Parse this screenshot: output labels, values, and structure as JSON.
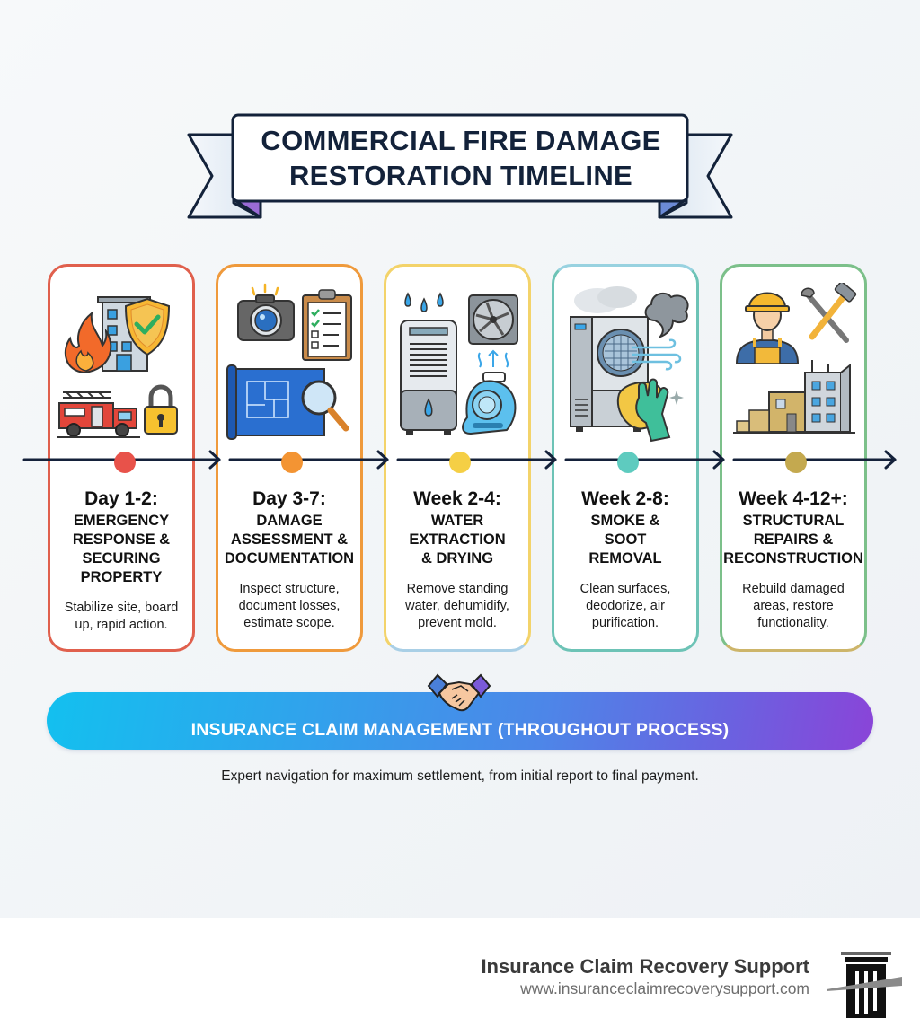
{
  "header": {
    "title_line1": "COMMERCIAL FIRE DAMAGE",
    "title_line2": "RESTORATION TIMELINE"
  },
  "colors": {
    "title_text": "#13223a",
    "timeline_line": "#14213a",
    "ribbon_fold_left": "#9a6bd6",
    "ribbon_fold_right": "#6b8ad6",
    "insurance_gradient_start": "#13c0ef",
    "insurance_gradient_end": "#8a44d8"
  },
  "phases": [
    {
      "period": "Day 1-2:",
      "title_lines": [
        "EMERGENCY",
        "RESPONSE &",
        "SECURING",
        "PROPERTY"
      ],
      "desc_lines": [
        "Stabilize site, board",
        "up, rapid action."
      ],
      "border_color": "#e0604d",
      "dot_color": "#e8524a",
      "icons": [
        "fire-icon",
        "building-icon",
        "shield-check-icon",
        "fire-truck-icon",
        "padlock-icon"
      ]
    },
    {
      "period": "Day 3-7:",
      "title_lines": [
        "DAMAGE",
        "ASSESSMENT &",
        "DOCUMENTATION"
      ],
      "desc_lines": [
        "Inspect structure,",
        "document losses,",
        "estimate scope."
      ],
      "border_color": "#ef9a3c",
      "dot_color": "#f39433",
      "icons": [
        "camera-icon",
        "clipboard-checklist-icon",
        "blueprint-icon",
        "magnifier-icon"
      ]
    },
    {
      "period": "Week 2-4:",
      "title_lines": [
        "WATER",
        "EXTRACTION",
        "& DRYING"
      ],
      "desc_lines": [
        "Remove standing",
        "water, dehumidify,",
        "prevent mold."
      ],
      "border_color": "#a9cfe6",
      "dot_color": "#f5cf45",
      "top_border_color": "#f3d36a",
      "icons": [
        "water-drops-icon",
        "dehumidifier-icon",
        "fan-icon",
        "air-mover-icon"
      ]
    },
    {
      "period": "Week 2-8:",
      "title_lines": [
        "SMOKE &",
        "SOOT",
        "REMOVAL"
      ],
      "desc_lines": [
        "Clean surfaces,",
        "deodorize, air",
        "purification."
      ],
      "border_color": "#6dc3b6",
      "dot_color": "#5ecbbf",
      "top_border_color": "#98d2e0",
      "icons": [
        "air-purifier-icon",
        "smoke-cloud-icon",
        "cleaning-glove-sponge-icon"
      ]
    },
    {
      "period": "Week 4-12+:",
      "title_lines": [
        "STRUCTURAL",
        "REPAIRS &",
        "RECONSTRUCTION"
      ],
      "desc_lines": [
        "Rebuild damaged",
        "areas, restore",
        "functionality."
      ],
      "border_color": "#cdb56a",
      "dot_color": "#c4a94f",
      "top_border_color": "#7cc08a",
      "icons": [
        "construction-worker-icon",
        "hammer-wrench-icon",
        "building-under-construction-icon"
      ]
    }
  ],
  "insurance": {
    "label": "INSURANCE CLAIM MANAGEMENT (THROUGHOUT PROCESS)",
    "description": "Expert navigation for maximum settlement, from initial report to final payment.",
    "icon": "handshake-icon"
  },
  "brand": {
    "name": "Insurance Claim Recovery Support",
    "url": "www.insuranceclaimrecoverysupport.com",
    "logo": "column-pillar-icon"
  }
}
